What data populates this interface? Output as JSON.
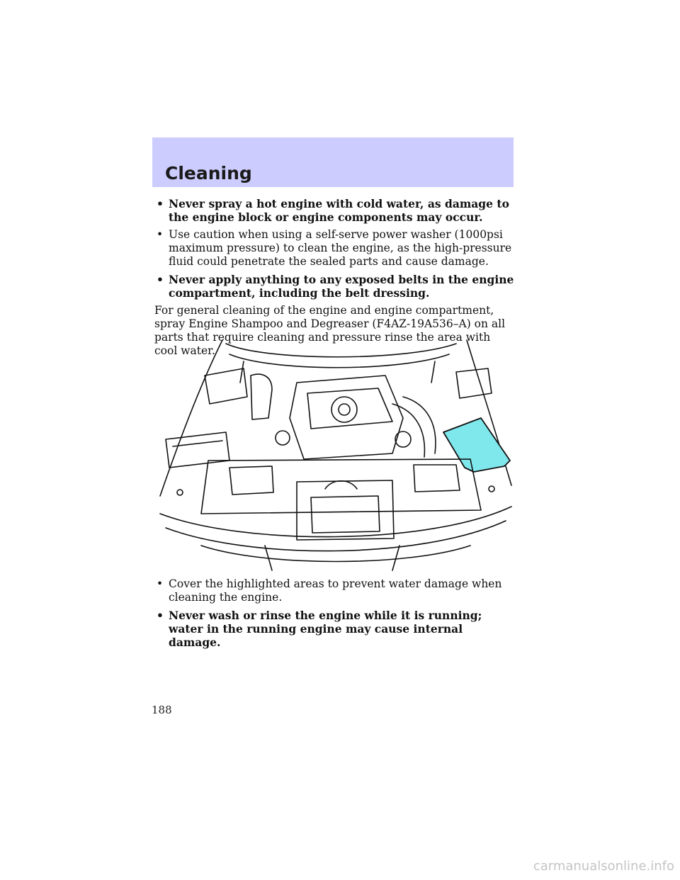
{
  "header": {
    "title": "Cleaning",
    "color": "#ccccff"
  },
  "bullets_top": [
    {
      "text": "Never spray a hot engine with cold water, as damage to the engine block or engine components may occur.",
      "bold": true
    },
    {
      "text": "Use caution when using a self-serve power washer (1000psi maximum pressure) to clean the engine, as the high-pressure fluid could penetrate the sealed parts and cause damage.",
      "bold": false
    },
    {
      "text": "Never apply anything to any exposed belts in the engine compartment, including the belt dressing.",
      "bold": true
    }
  ],
  "paragraph": "For general cleaning of the engine and engine compartment, spray Engine Shampoo and Degreaser (F4AZ-19A536–A) on all parts that require cleaning and pressure rinse the area with cool water.",
  "figure": {
    "highlight_color": "#7fe8ec"
  },
  "bullets_bottom": [
    {
      "text": "Cover the highlighted areas to prevent water damage when cleaning the engine.",
      "bold": false
    },
    {
      "text": "Never wash or rinse the engine while it is running; water in the running engine may cause internal damage.",
      "bold": true
    }
  ],
  "page_number": "188",
  "footer_url": "carmanualsonline.info"
}
